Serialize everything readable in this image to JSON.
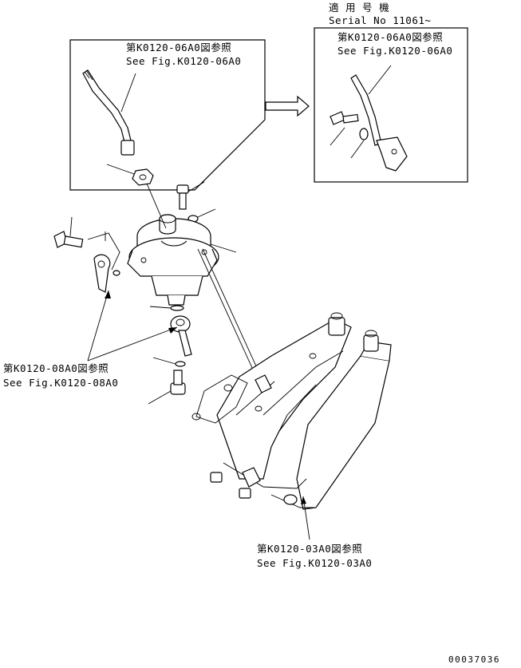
{
  "serial_note": {
    "line1": "適 用 号 機",
    "line2": "Serial No 11061~"
  },
  "callouts": {
    "left_box_jp": "第K0120-06A0図参照",
    "left_box_en": "See Fig.K0120-06A0",
    "right_box_jp": "第K0120-06A0図参照",
    "right_box_en": "See Fig.K0120-06A0",
    "mid_jp": "第K0120-08A0図参照",
    "mid_en": "See Fig.K0120-08A0",
    "bottom_jp": "第K0120-03A0図参照",
    "bottom_en": "See Fig.K0120-03A0"
  },
  "drawing_number": "00037036"
}
